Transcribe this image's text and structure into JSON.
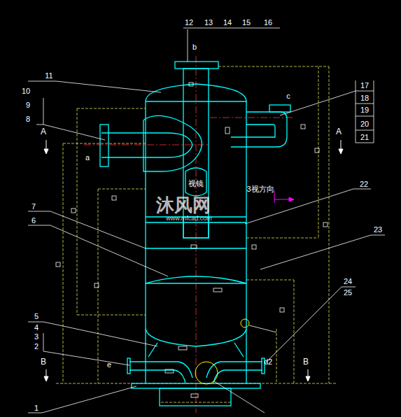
{
  "diagram": {
    "labels": [
      "12",
      "13",
      "14",
      "15",
      "16",
      "b",
      "11",
      "10",
      "9",
      "8",
      "A",
      "a",
      "17",
      "18",
      "19",
      "20",
      "21",
      "c",
      "A",
      "22",
      "7",
      "6",
      "23",
      "5",
      "4",
      "3",
      "2",
      "e",
      "24",
      "25",
      "d2",
      "B",
      "B",
      "1",
      "视镜",
      "3视方向",
      "沐风网",
      "www.mfcad.com"
    ]
  }
}
